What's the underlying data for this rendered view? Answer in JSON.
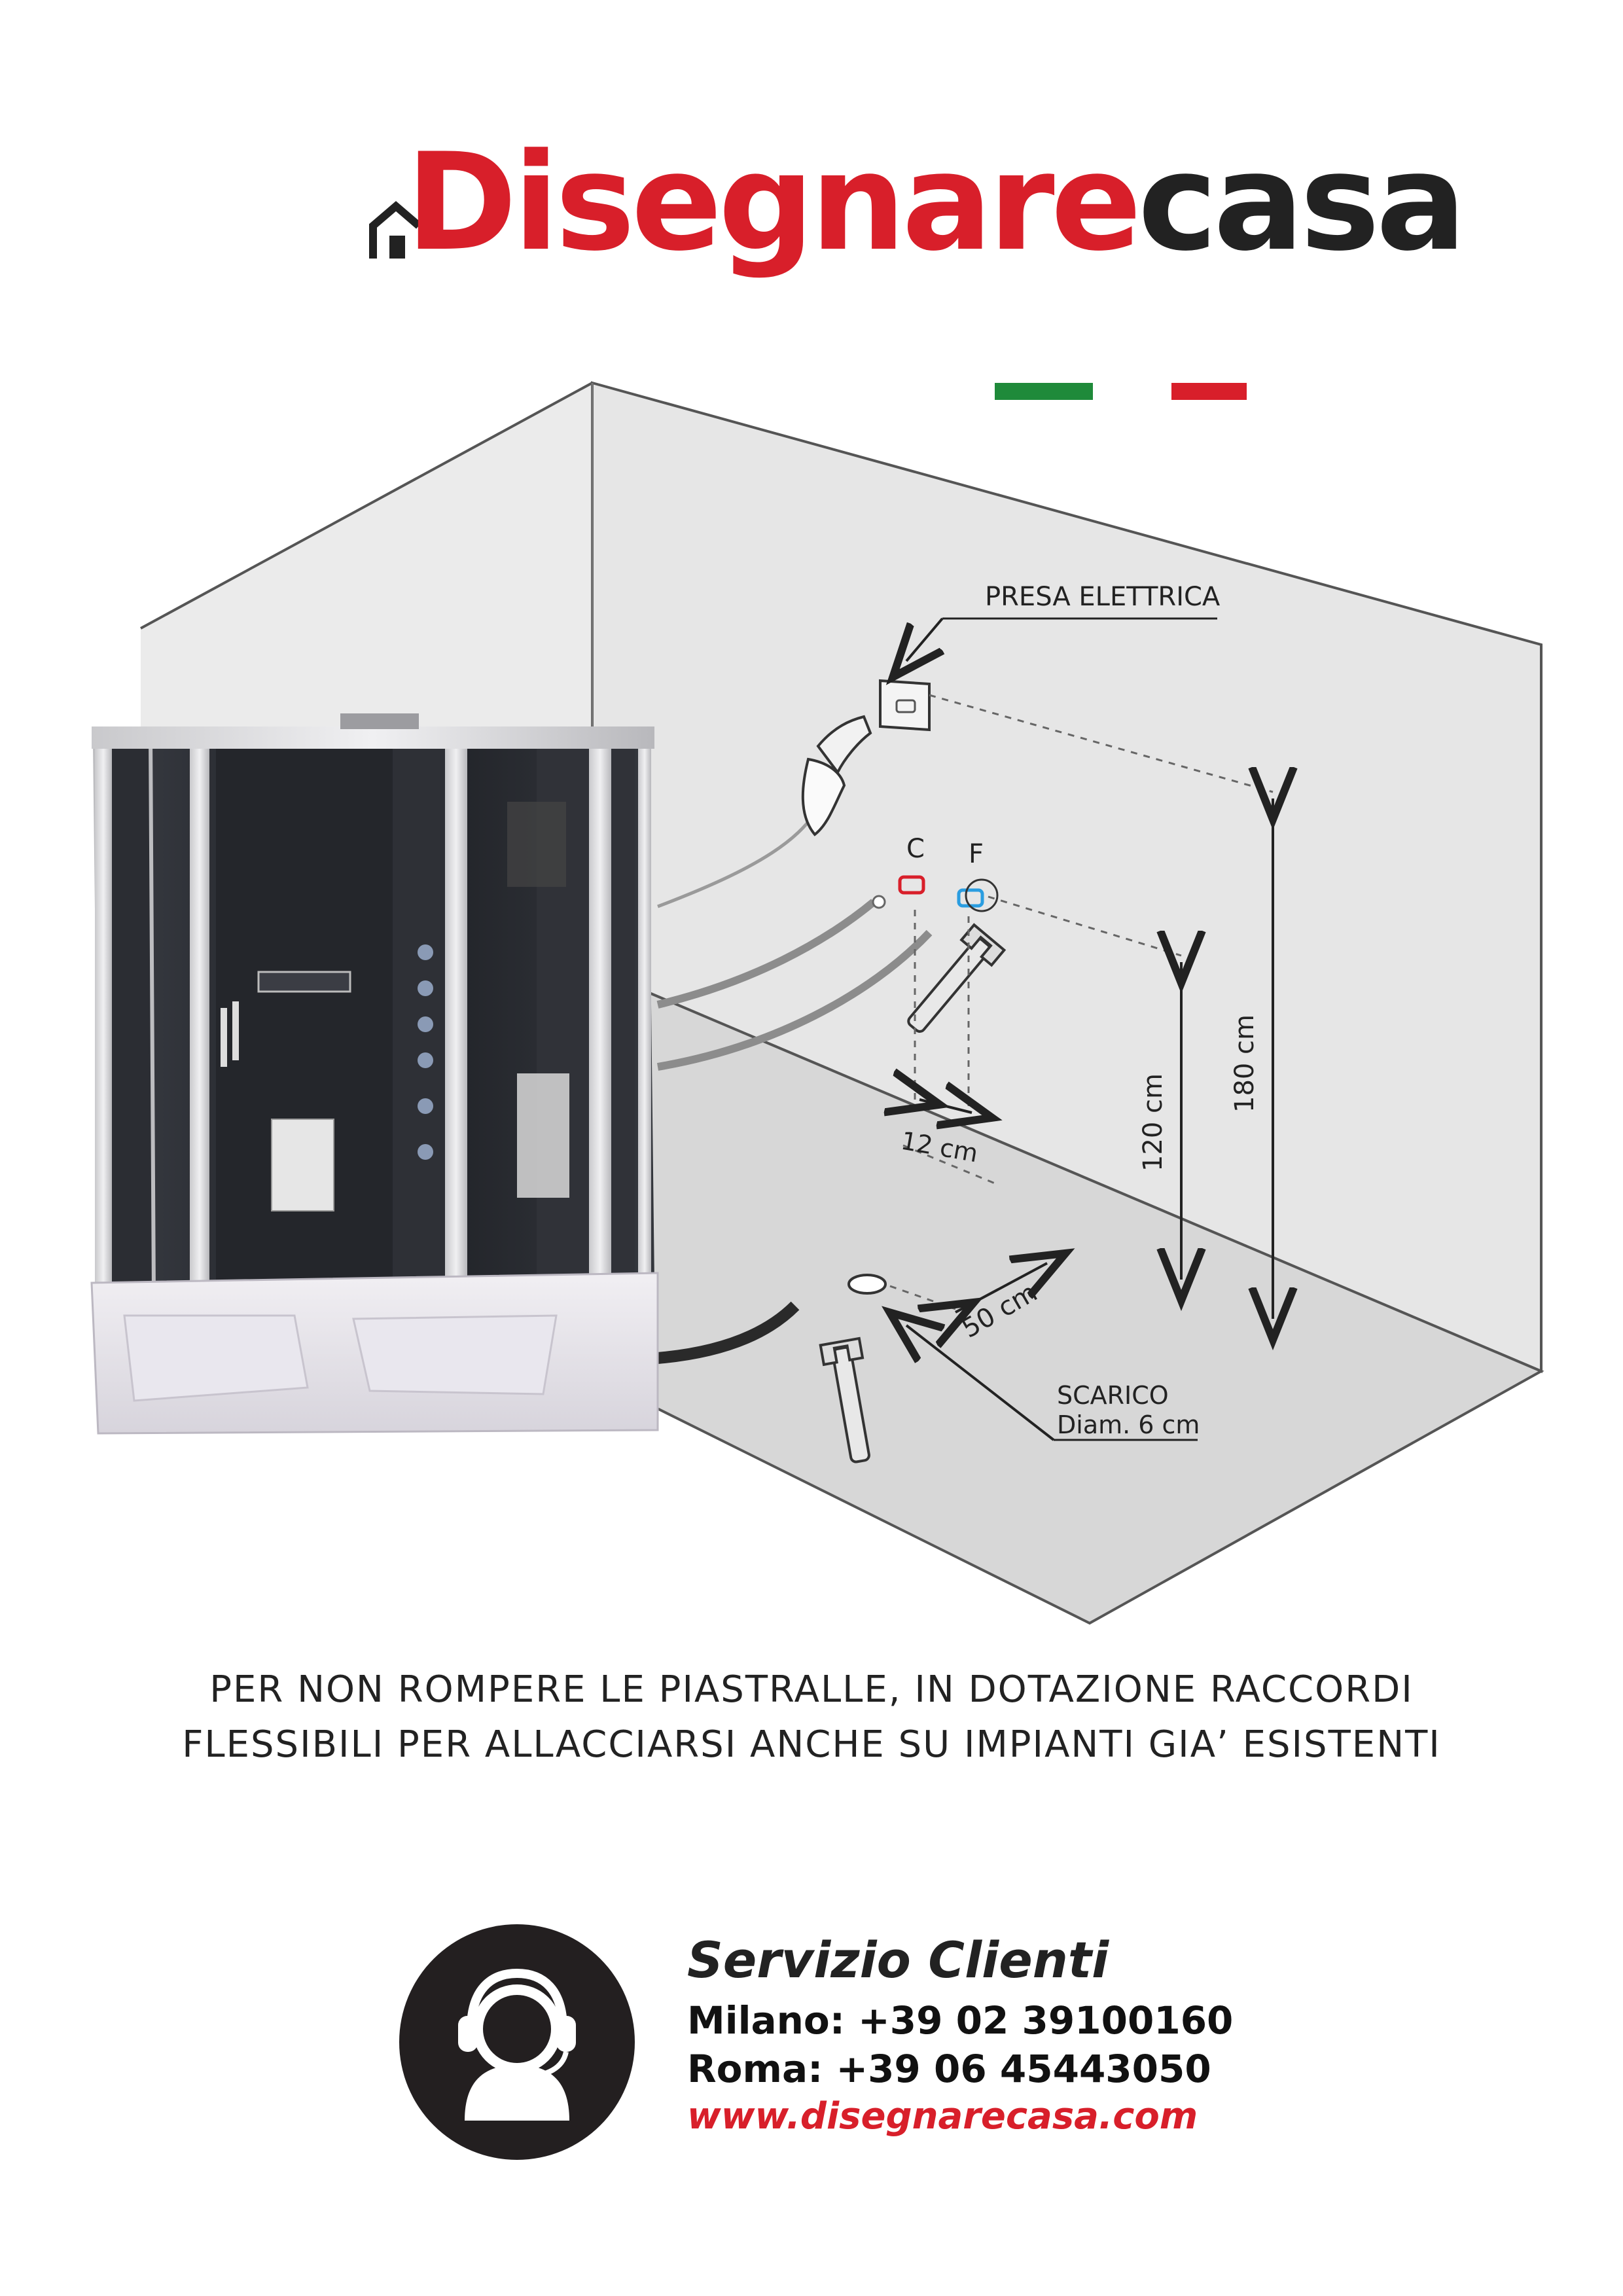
{
  "brand": {
    "logo_part1": "Disegnare",
    "logo_part2": "casa",
    "accent_red": "#d81f2a",
    "accent_green": "#1f8a3a"
  },
  "diagram": {
    "labels": {
      "electric_socket": "PRESA ELETTRICA",
      "hot": "C",
      "cold": "F",
      "spacing": "12 cm",
      "height_taps": "120 cm",
      "height_socket": "180 cm",
      "drain_distance": "50 cm",
      "drain_title": "SCARICO",
      "drain_diameter": "Diam. 6 cm"
    },
    "icons": [
      "shower-cabin",
      "electric-plug",
      "wrench-icon",
      "electric-socket-icon",
      "drain-icon"
    ]
  },
  "caption": {
    "line1": "PER NON ROMPERE LE PIASTRALLE, IN DOTAZIONE RACCORDI",
    "line2": "FLESSIBILI PER ALLACCIARSI ANCHE SU IMPIANTI GIA’ ESISTENTI"
  },
  "support": {
    "title": "Servizio Clienti",
    "milano": "Milano: +39 02 39100160",
    "roma": "Roma: +39 06 45443050",
    "website": "www.disegnarecasa.com",
    "icon": "headset-operator-icon"
  }
}
